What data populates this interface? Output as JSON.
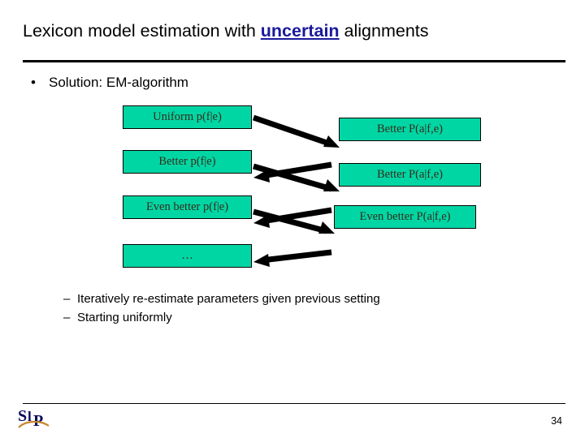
{
  "slide": {
    "title_prefix": "Lexicon model estimation with ",
    "title_highlight": "uncertain",
    "title_suffix": " alignments",
    "bullet": "Solution: EM-algorithm",
    "bullet_marker": "•",
    "sub_bullets": [
      {
        "marker": "–",
        "text": "Iteratively re-estimate parameters given previous setting"
      },
      {
        "marker": "–",
        "text": "Starting uniformly"
      }
    ],
    "page_number": "34",
    "logo": {
      "s": "S",
      "l": "l",
      "p": "P"
    }
  },
  "diagram": {
    "left_boxes": [
      {
        "label": "Uniform p(f|e)"
      },
      {
        "label": "Better p(f|e)"
      },
      {
        "label": "Even better p(f|e)"
      },
      {
        "label": "…"
      }
    ],
    "right_boxes": [
      {
        "label": "Better P(a|f,e)"
      },
      {
        "label": "Better P(a|f,e)"
      },
      {
        "label": "Even better P(a|f,e)"
      }
    ],
    "box_fill": "#00d6a4",
    "box_border": "#000000",
    "arrow_color": "#000000"
  }
}
